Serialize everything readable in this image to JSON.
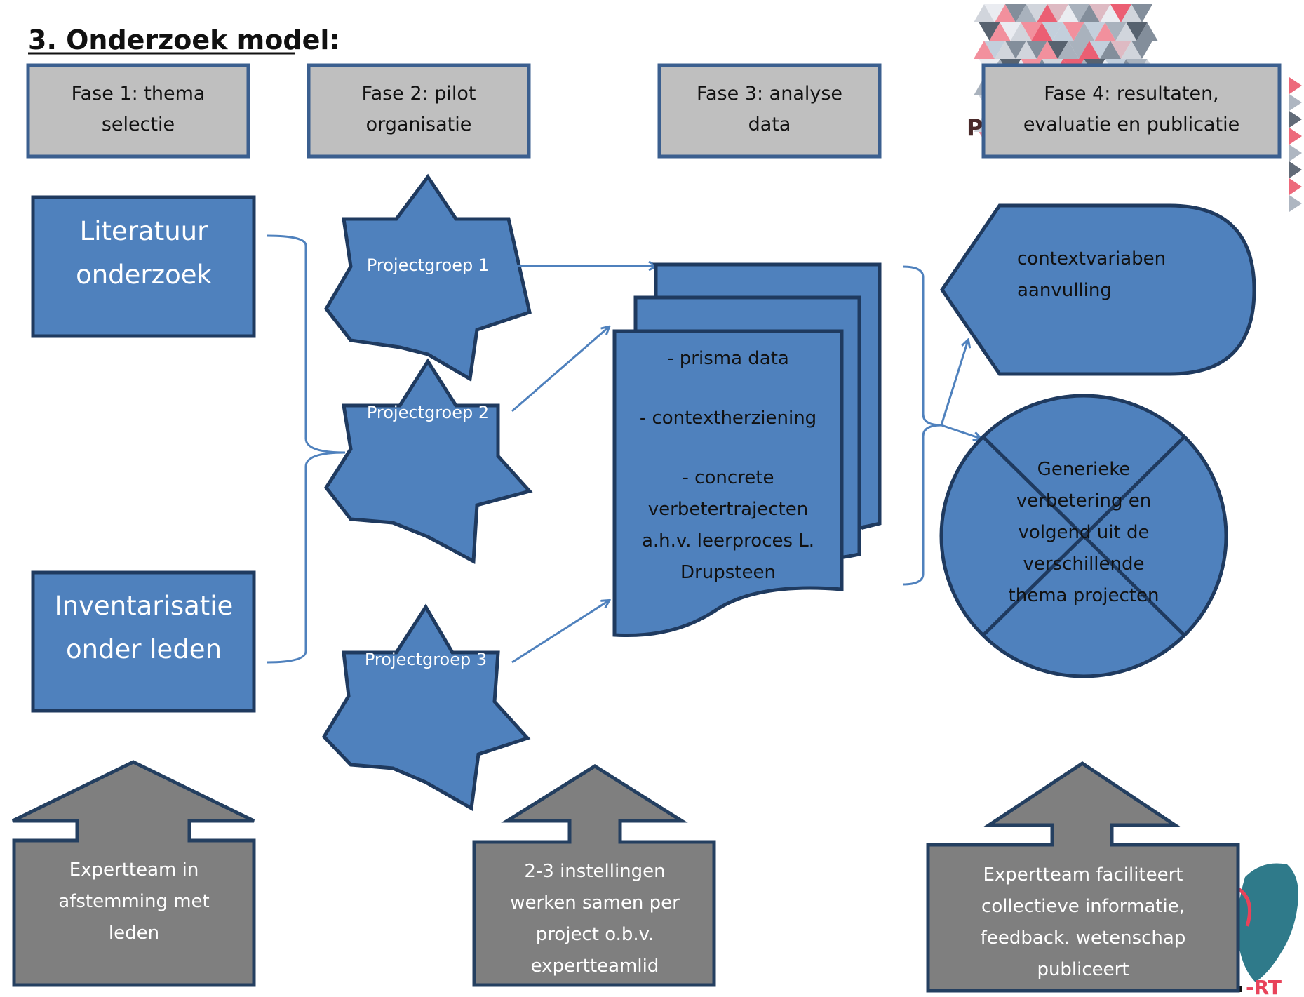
{
  "title": "3.  Onderzoek model:",
  "phases": [
    {
      "line1": "Fase 1: thema",
      "line2": "selectie"
    },
    {
      "line1": "Fase 2: pilot",
      "line2": "organisatie"
    },
    {
      "line1": "Fase 3: analyse",
      "line2": "data"
    },
    {
      "line1": "Fase 4: resultaten,",
      "line2": "evaluatie en publicatie"
    }
  ],
  "behind_letter": "P",
  "sources": [
    {
      "line1": "Literatuur",
      "line2": "onderzoek"
    },
    {
      "line1": "Inventarisatie",
      "line2": "onder leden"
    }
  ],
  "projectgroups": [
    "Projectgroep 1",
    "Projectgroep 2",
    "Projectgroep 3"
  ],
  "analysis": {
    "line1": "- prisma data",
    "line2": "- contextherziening",
    "line3": "- concrete",
    "line4": "verbetertrajecten",
    "line5": "a.h.v.  leerproces L.",
    "line6": "Drupsteen"
  },
  "result_top": {
    "line1": "contextvariaben",
    "line2": "aanvulling"
  },
  "result_bottom": {
    "line1": "Generieke",
    "line2": "verbetering en",
    "line3": "volgend uit de",
    "line4": "verschillende",
    "line5": "thema projecten"
  },
  "support": [
    {
      "line1": "Expertteam in",
      "line2": "afstemming met",
      "line3": "leden"
    },
    {
      "line1": "2-3 instellingen",
      "line2": "werken samen per",
      "line3": "project o.b.v.",
      "line4": "expertteamlid"
    },
    {
      "line1": "Expertteam faciliteert",
      "line2": "collectieve informatie,",
      "line3": "feedback. wetenschap",
      "line4": "publiceert"
    }
  ],
  "corner_logo_text": "-RT",
  "colors": {
    "phase_fill": "#bfbfbf",
    "phase_border": "#3b5f8f",
    "shape_fill": "#4f81bd",
    "shape_border": "#1f3a5f",
    "connector": "#4f81bd",
    "support_fill": "#7f7f7f",
    "support_border": "#243f60",
    "logo_accent": "#e8435a"
  }
}
